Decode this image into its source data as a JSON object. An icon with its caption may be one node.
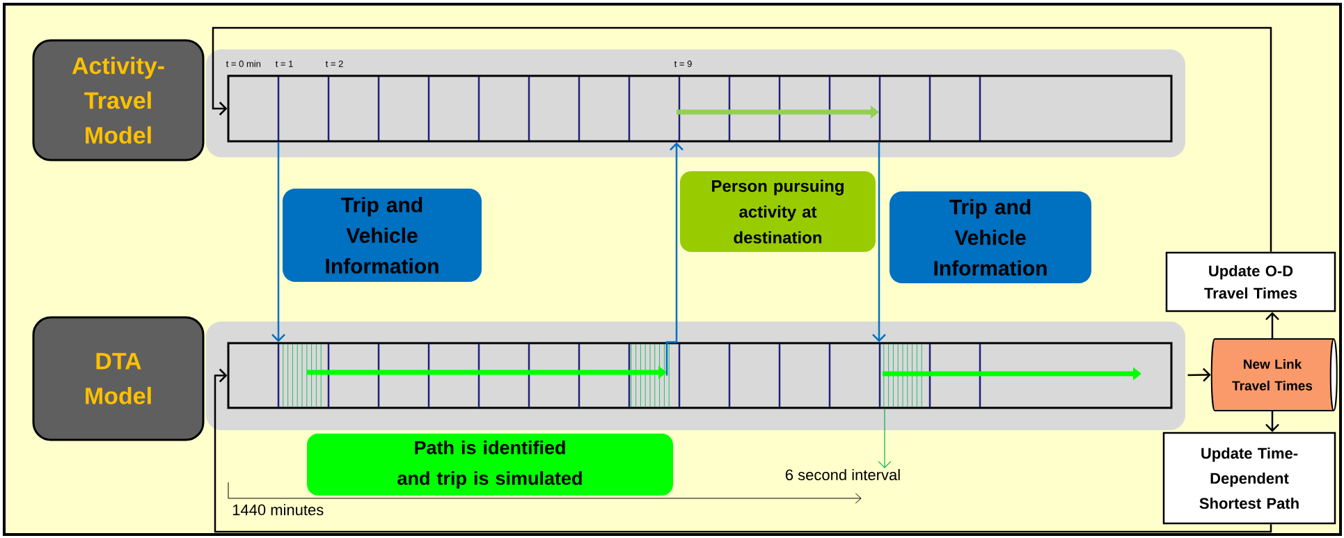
{
  "diagram": {
    "nodes": [
      {
        "text": [
          "Activity-Travel Model"
        ]
      },
      {
        "text": [],
        "shape": "bar",
        "beside": [
          "t = 0 min",
          "t = 1",
          "t = 2",
          "t = 9"
        ]
      },
      {
        "text": [
          "Trip and Vehicle Information"
        ]
      },
      {
        "text": [
          "Person pursuing activity at destination"
        ]
      },
      {
        "text": [
          "Trip and Vehicle Information"
        ]
      },
      {
        "text": [
          "DTA Model"
        ]
      },
      {
        "text": [],
        "shape": "bar"
      },
      {
        "text": [
          "Path is identified and trip is simulated"
        ]
      },
      {
        "text": [
          "Update O-D Travel Times"
        ]
      },
      {
        "text": [
          "New Link Travel Times"
        ]
      },
      {
        "text": [
          "Update Time-Dependent Shortest Path"
        ]
      },
      {
        "text": [
          "6 second interval"
        ]
      }
    ],
    "edges": [
      {
        "from": 1,
        "to": 6,
        "arrow": "to",
        "color": "#0070c0"
      },
      {
        "from": 6,
        "to": 1,
        "arrow": "to",
        "color": "#0070c0"
      },
      {
        "from": 1,
        "to": 6,
        "arrow": "to",
        "color": "#0070c0"
      },
      {
        "from": 6,
        "to": 9,
        "arrow": "to"
      },
      {
        "from": 9,
        "to": 8,
        "arrow": "to"
      },
      {
        "from": 9,
        "to": 10,
        "arrow": "to"
      },
      {
        "from": 8,
        "to": 1,
        "arrow": "to"
      },
      {
        "from": 10,
        "to": 6,
        "arrow": "to"
      },
      {
        "from": 6,
        "to": 11,
        "arrow": "to",
        "color": "#00b050"
      }
    ],
    "labels": [
      "1440 minutes"
    ]
  }
}
